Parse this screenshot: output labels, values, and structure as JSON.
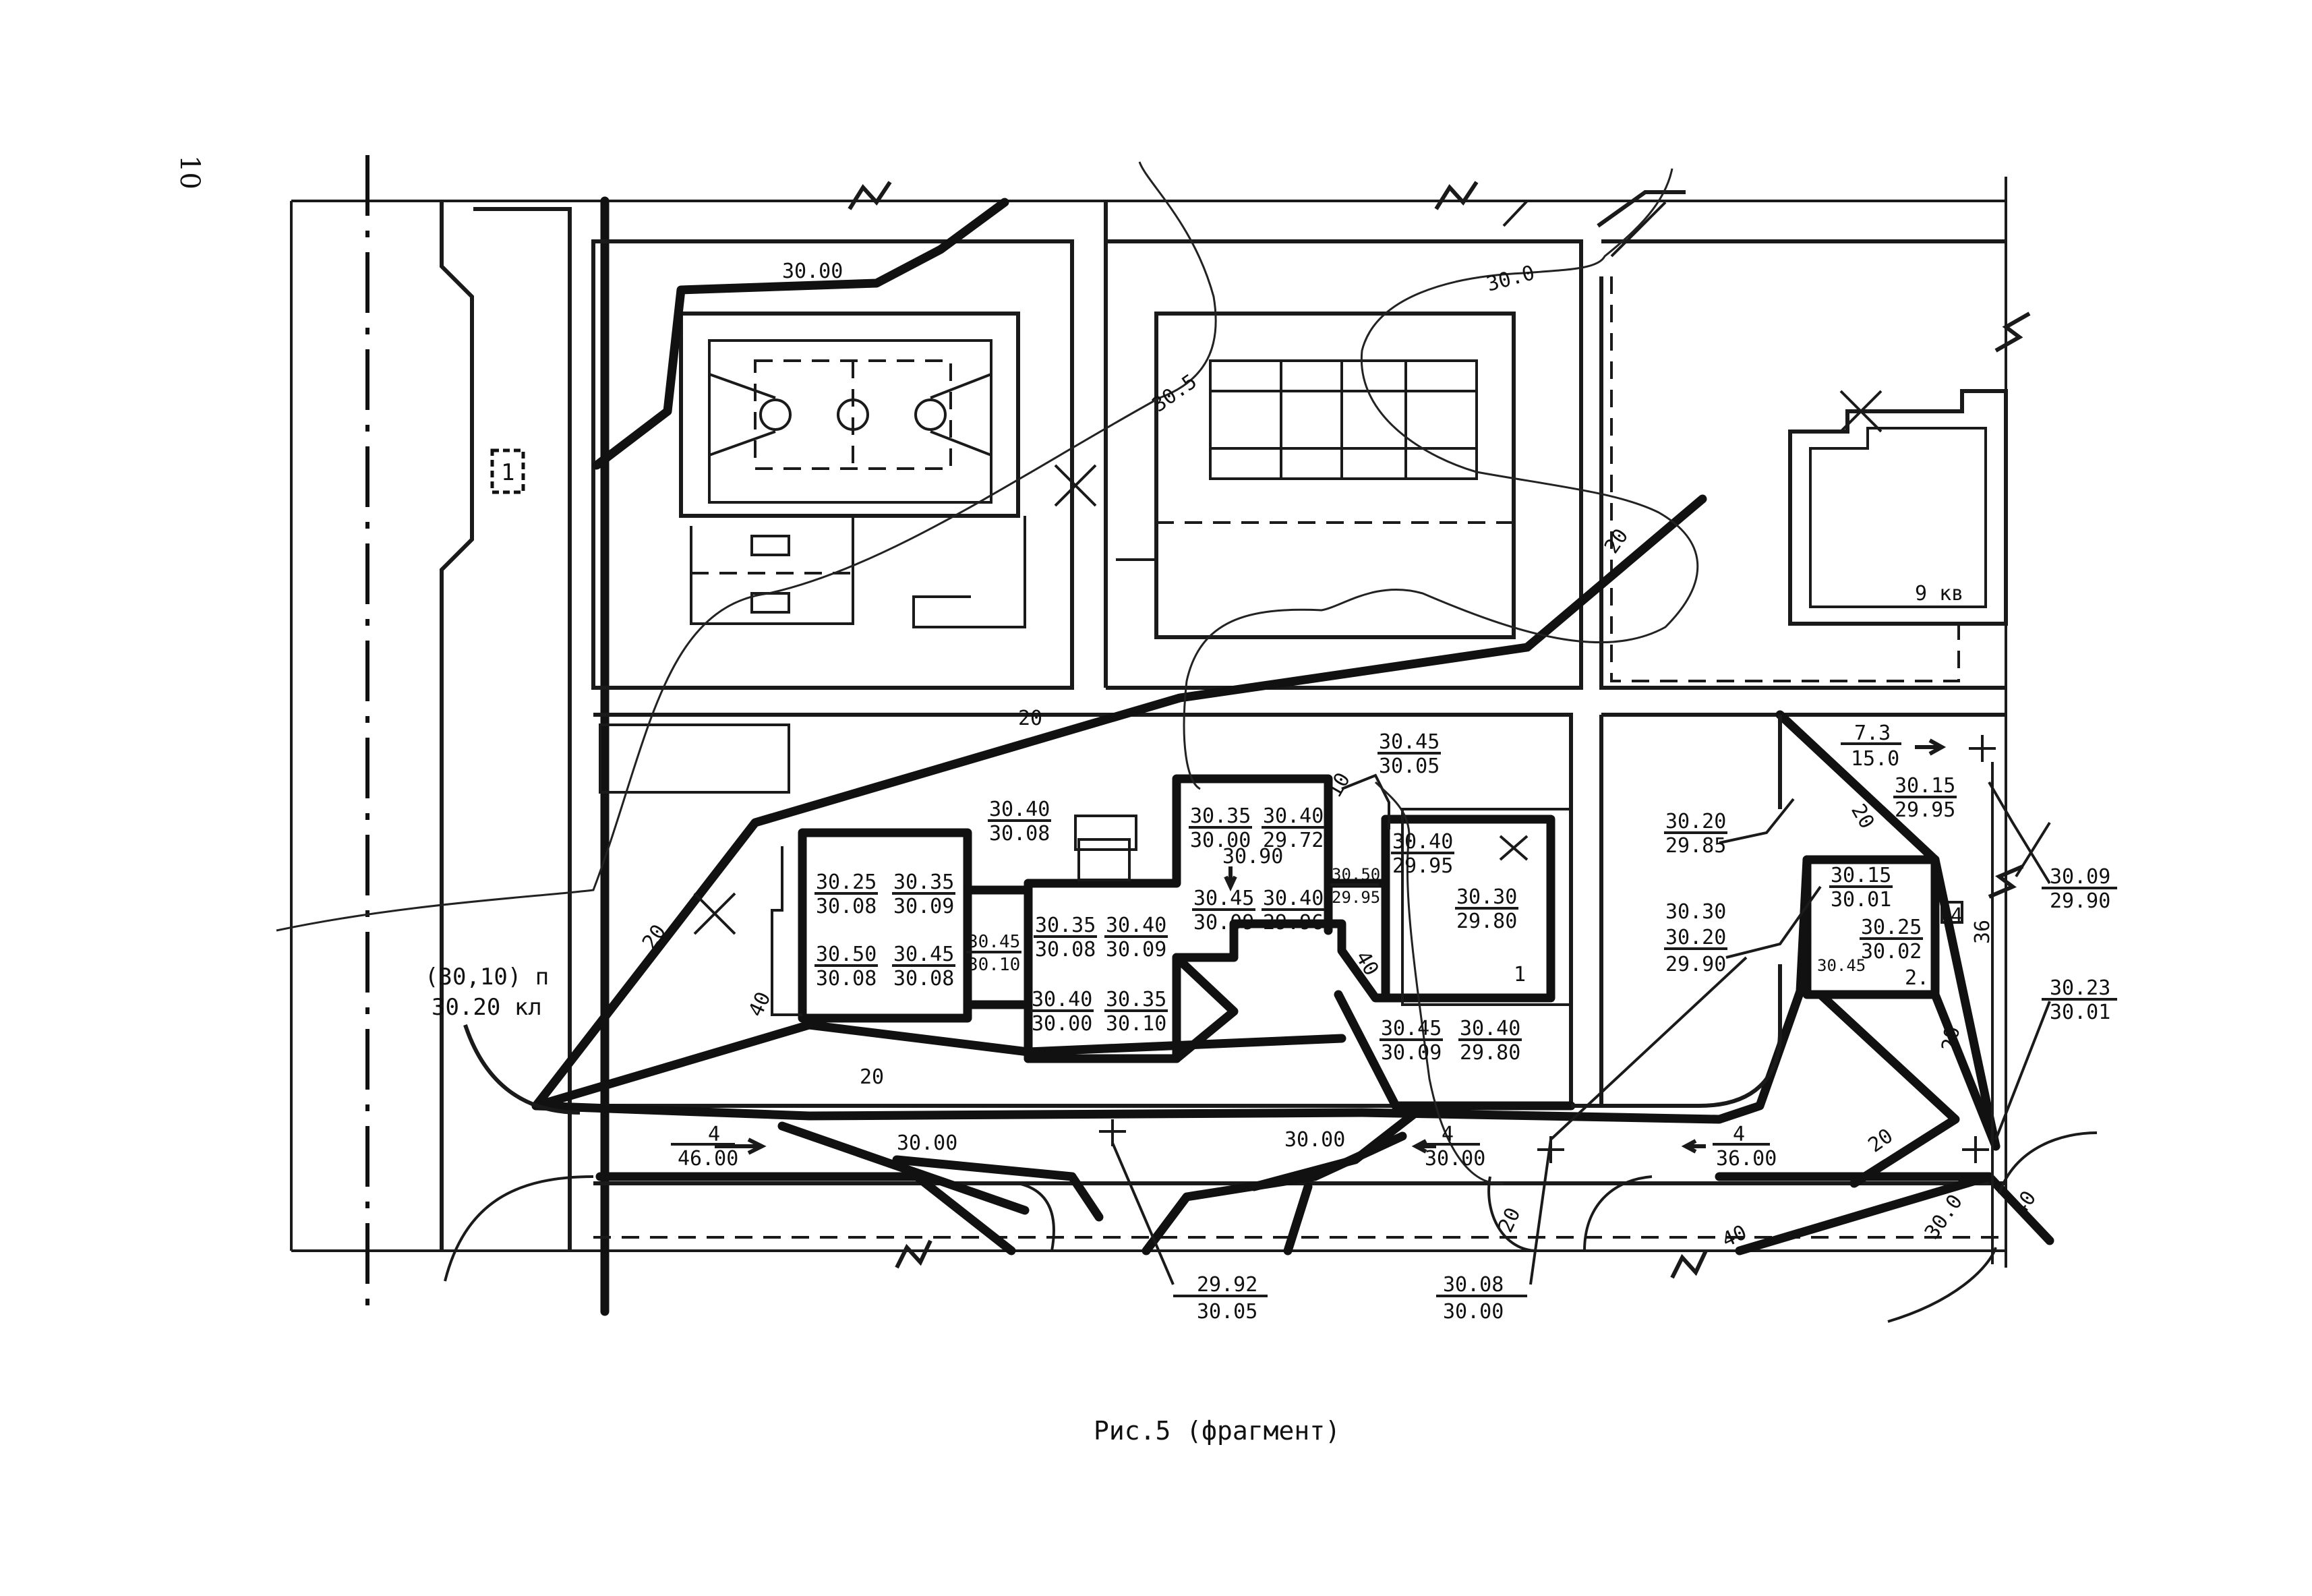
{
  "page_number": "10",
  "caption": "Рис.5 (фрагмент)",
  "sign_1": "1",
  "map_text": {
    "label_9kv": "9 кв",
    "label_1": "1",
    "label_2": "2.",
    "label_30_00_top": "30.00",
    "label_30_0_top": "30.0",
    "label_30_5": "30.5",
    "label_20_a": "20",
    "label_20_b": "20",
    "label_20_c": "20",
    "label_20_d": "20",
    "label_20_e": "20",
    "label_20_f": "20",
    "label_20_g": "20",
    "label_40_a": "40",
    "label_40_b": "40",
    "label_40_c": "40",
    "label_40_d": "40",
    "label_30_00_road": "30.00",
    "label_30_00_road2": "30.00",
    "label_30_0_corner": "30.0",
    "label_30_90": "30.90",
    "label_30_45_small": "30.45",
    "label_4_right": "4",
    "label_36": "36",
    "label_10_small": "10",
    "label_kl_1": "(30,10) п",
    "label_kl_2": "30.20 кл",
    "arrow_top_num": "7.3",
    "arrow_top_den": "15.0",
    "slope1_num": "4",
    "slope1_den": "46.00",
    "slope2_num": "4",
    "slope2_den": "30.00",
    "slope3_num": "4",
    "slope3_den": "36.00"
  },
  "elevations": [
    {
      "top": "30.25",
      "bottom": "30.08"
    },
    {
      "top": "30.35",
      "bottom": "30.09"
    },
    {
      "top": "30.50",
      "bottom": "30.08"
    },
    {
      "top": "30.45",
      "bottom": "30.08"
    },
    {
      "top": "30.40",
      "bottom": "30.08"
    },
    {
      "top": "30.45",
      "bottom": "30.10"
    },
    {
      "top": "30.35",
      "bottom": "30.08"
    },
    {
      "top": "30.40",
      "bottom": "30.09"
    },
    {
      "top": "30.40",
      "bottom": "30.00"
    },
    {
      "top": "30.35",
      "bottom": "30.10"
    },
    {
      "top": "30.35",
      "bottom": "30.00"
    },
    {
      "top": "30.40",
      "bottom": "29.72"
    },
    {
      "top": "30.45",
      "bottom": "30.09"
    },
    {
      "top": "30.40",
      "bottom": "29.96"
    },
    {
      "top": "30.50",
      "bottom": "29.95"
    },
    {
      "top": "30.45",
      "bottom": "30.05"
    },
    {
      "top": "30.40",
      "bottom": "29.95"
    },
    {
      "top": "30.30",
      "bottom": "29.80"
    },
    {
      "top": "30.45",
      "bottom": "30.09"
    },
    {
      "top": "30.40",
      "bottom": "29.80"
    },
    {
      "top": "30.20",
      "bottom": "29.85"
    },
    {
      "top": "30.15",
      "bottom": "29.95"
    },
    {
      "top": "30.15",
      "bottom": "30.01"
    },
    {
      "top": "30.25",
      "bottom": "30.02"
    },
    {
      "top": "30.09",
      "bottom": "29.90"
    },
    {
      "top": "30.23",
      "bottom": "30.01"
    },
    {
      "top": "29.92",
      "bottom": "30.05"
    },
    {
      "top": "30.08",
      "bottom": "30.00"
    }
  ],
  "triple_label": {
    "a": "30.30",
    "b": "30.20",
    "c": "29.90"
  }
}
